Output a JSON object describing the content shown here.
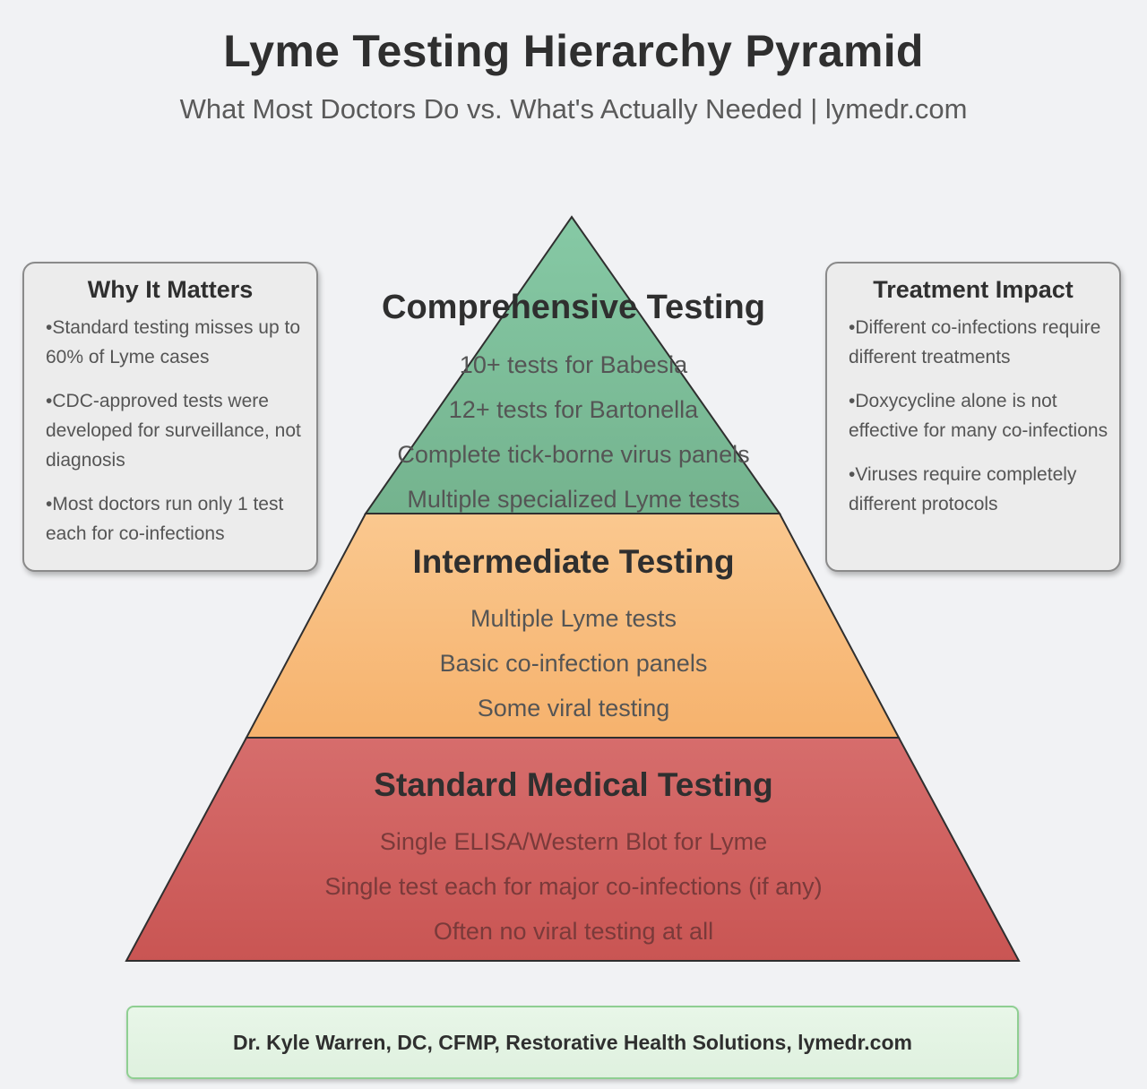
{
  "header": {
    "title": "Lyme Testing Hierarchy Pyramid",
    "subtitle": "What Most Doctors Do vs. What's Actually Needed | lymedr.com"
  },
  "left_box": {
    "title": "Why It Matters",
    "items": [
      "Standard testing misses up to 60% of Lyme cases",
      "CDC-approved tests were developed for surveillance, not diagnosis",
      "Most doctors run only 1 test each for co-infections"
    ]
  },
  "right_box": {
    "title": "Treatment Impact",
    "items": [
      "Different co-infections require different treatments",
      "Doxycycline alone is not effective for many co-infections",
      "Viruses require completely different protocols"
    ]
  },
  "pyramid": {
    "tiers": [
      {
        "title": "Comprehensive Testing",
        "color": "#80c4a0",
        "items": [
          "10+ tests for Babesia",
          "12+ tests for Bartonella",
          "Complete tick-borne virus panels",
          "Multiple specialized Lyme tests"
        ]
      },
      {
        "title": "Intermediate Testing",
        "color": "#f8bb7c",
        "items": [
          "Multiple Lyme tests",
          "Basic co-infection panels",
          "Some viral testing"
        ]
      },
      {
        "title": "Standard Medical Testing",
        "color": "#d4605f",
        "items": [
          "Single ELISA/Western Blot for Lyme",
          "Single test each for major co-infections (if any)",
          "Often no viral testing at all"
        ]
      }
    ]
  },
  "footer": {
    "credit": "Dr. Kyle Warren, DC, CFMP, Restorative Health Solutions, lymedr.com"
  }
}
